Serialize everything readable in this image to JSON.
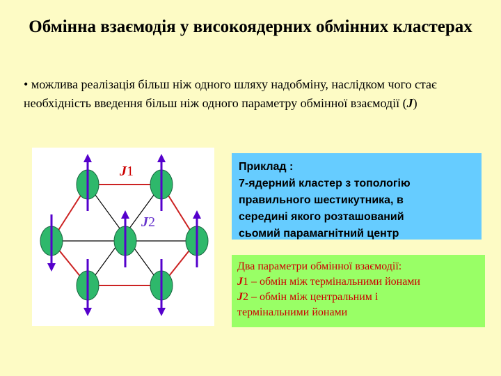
{
  "title": "Обмінна взаємодія у високоядерних обмінних кластерах",
  "bullet": {
    "marker": "•",
    "text_before": " можлива реалізація більш ніж одного шляху надобміну, наслідком чого стає необхідність введення більш ніж одного параметру обмінної взаємодії (",
    "param": "J",
    "text_after": ")"
  },
  "diagram": {
    "label_j1_letter": "J",
    "label_j1_num": "1",
    "label_j2_letter": "J",
    "label_j2_num": "2",
    "colors": {
      "ring": "#cc2222",
      "spoke": "#000000",
      "node_fill": "#2eb86b",
      "arrow": "#5500cc",
      "j1": "#cc0000",
      "j2": "#6633cc"
    },
    "spins": [
      "up",
      "up",
      "down",
      "up",
      "up",
      "down",
      "down"
    ]
  },
  "example": {
    "heading": "Приклад :",
    "lines": [
      "7-ядерний кластер з топологію",
      "правильного шестикутника, в",
      "середині якого розташований",
      "сьомий парамагнітний центр"
    ]
  },
  "params_box": {
    "heading": "Два параметри обмінної взаємодії:",
    "j1_label": "J",
    "j1_num": "1",
    "j1_text": " – обмін між термінальними йонами",
    "j2_label": "J",
    "j2_num": "2",
    "j2_text_line1": " – обмін між центральним і",
    "j2_text_line2": "термінальними йонами"
  }
}
